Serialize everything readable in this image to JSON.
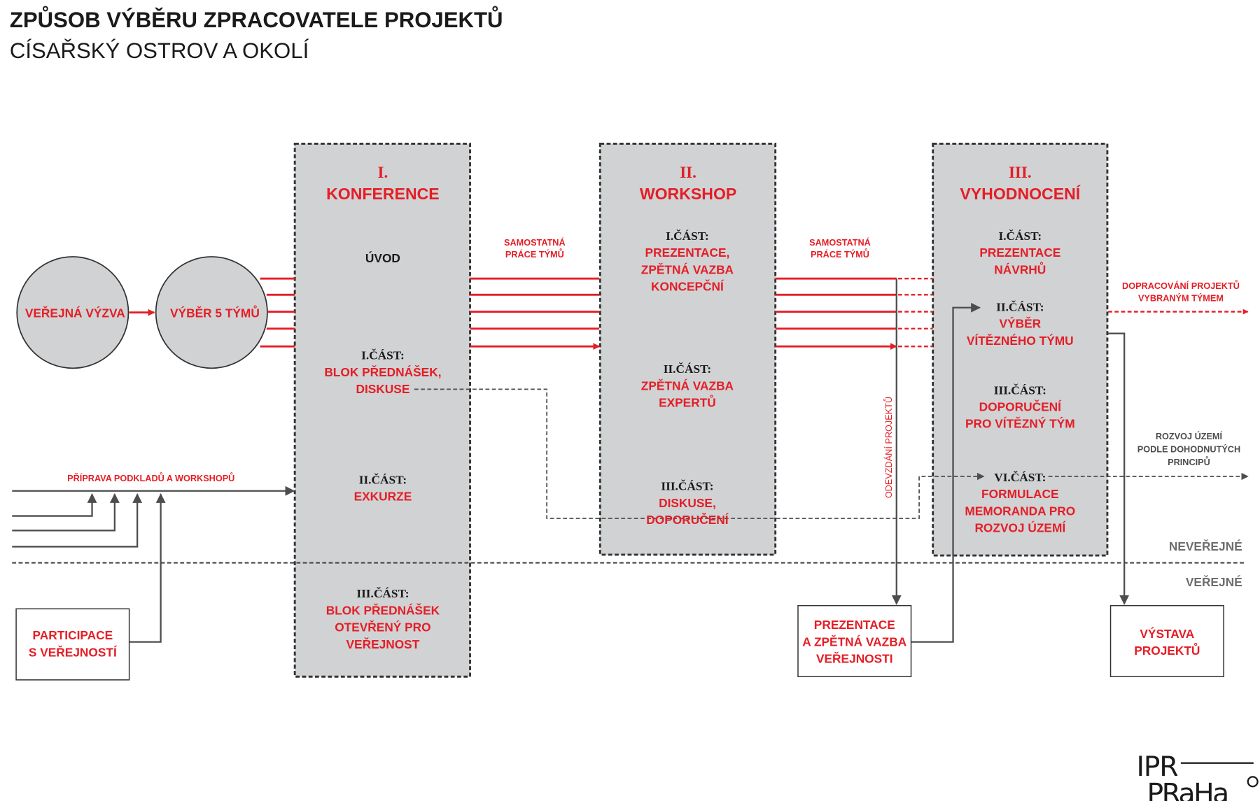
{
  "header": {
    "title": "ZPŮSOB VÝBĚRU ZPRACOVATELE PROJEKTŮ",
    "subtitle": "CÍSAŘSKÝ OSTROV A OKOLÍ"
  },
  "colors": {
    "accent": "#e41e26",
    "box": "#d1d2d4",
    "line": "#4d4d4f"
  },
  "circles": [
    "VEŘEJNÁ VÝZVA",
    "VÝBĚR 5 TÝMŮ"
  ],
  "phase1": {
    "number": "I.",
    "name": "KONFERENCE",
    "intro": "ÚVOD",
    "parts": [
      {
        "label": "I.ČÁST:",
        "lines": [
          "BLOK PŘEDNÁŠEK,",
          "DISKUSE"
        ]
      },
      {
        "label": "II.ČÁST:",
        "lines": [
          "EXKURZE"
        ]
      },
      {
        "label": "III.ČÁST:",
        "lines": [
          "BLOK PŘEDNÁŠEK",
          "OTEVŘENÝ PRO",
          "VEŘEJNOST"
        ]
      }
    ]
  },
  "phase2": {
    "number": "II.",
    "name": "WORKSHOP",
    "parts": [
      {
        "label": "I.ČÁST:",
        "lines": [
          "PREZENTACE,",
          "ZPĚTNÁ VAZBA",
          "KONCEPČNÍ"
        ]
      },
      {
        "label": "II.ČÁST:",
        "lines": [
          "ZPĚTNÁ VAZBA",
          "EXPERTŮ"
        ]
      },
      {
        "label": "III.ČÁST:",
        "lines": [
          "DISKUSE,",
          "DOPORUČENÍ"
        ]
      }
    ]
  },
  "phase3": {
    "number": "III.",
    "name": "VYHODNOCENÍ",
    "parts": [
      {
        "label": "I.ČÁST:",
        "lines": [
          "PREZENTACE",
          "NÁVRHŮ"
        ]
      },
      {
        "label": "II.ČÁST:",
        "lines": [
          "VÝBĚR",
          "VÍTĚZNÉHO TÝMU"
        ]
      },
      {
        "label": "III.ČÁST:",
        "lines": [
          "DOPORUČENÍ",
          "PRO VÍTĚZNÝ TÝM"
        ]
      },
      {
        "label": "VI.ČÁST:",
        "lines": [
          "FORMULACE",
          "MEMORANDA PRO",
          "ROZVOJ ÚZEMÍ"
        ]
      }
    ]
  },
  "labels": {
    "independent_work": [
      "SAMOSTATNÁ",
      "PRÁCE TÝMŮ"
    ],
    "preparation": "PŘÍPRAVA PODKLADŮ A WORKSHOPŮ",
    "submission": "ODEVZDÁNÍ PROJEKTŮ",
    "finishing": [
      "DOPRACOVÁNÍ PROJEKTŮ",
      "VYBRANÝM TÝMEM"
    ],
    "development": [
      "ROZVOJ ÚZEMÍ",
      "PODLE  DOHODNUTÝCH",
      "PRINCIPŮ"
    ],
    "non_public": "NEVEŘEJNÉ",
    "public": "VEŘEJNÉ"
  },
  "boxes": {
    "participation": [
      "PARTICIPACE",
      "S VEŘEJNOSTÍ"
    ],
    "public_presentation": [
      "PREZENTACE",
      "A ZPĚTNÁ VAZBA",
      "VEŘEJNOSTI"
    ],
    "exhibition": [
      "VÝSTAVA",
      "PROJEKTŮ"
    ]
  },
  "logo": {
    "line1": "IPR",
    "line2": "PRaHa"
  }
}
